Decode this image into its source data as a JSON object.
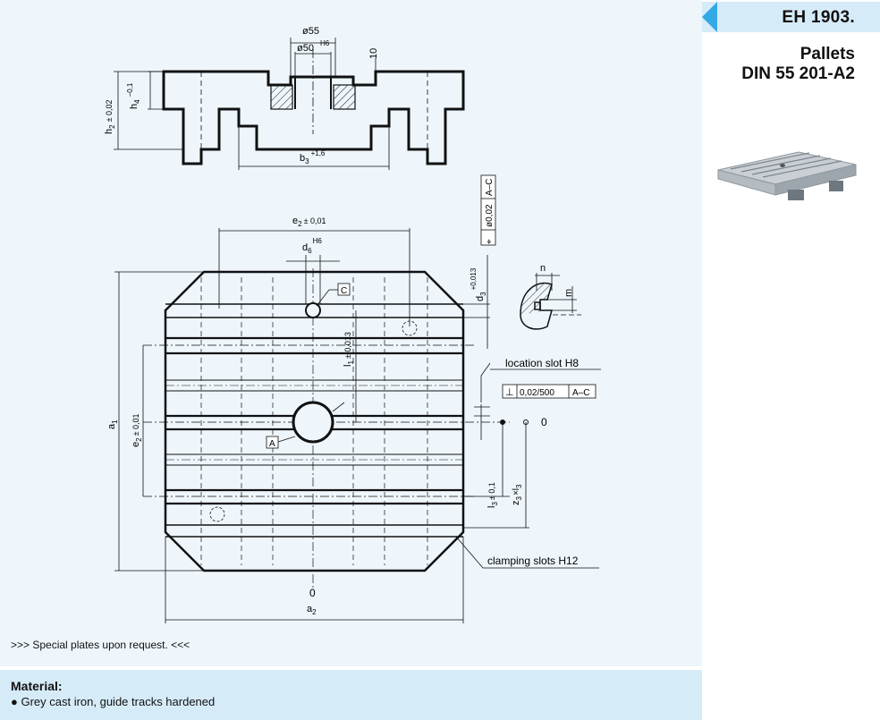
{
  "header": {
    "code": "EH 1903.",
    "title_line1": "Pallets",
    "title_line2": "DIN 55 201-A2"
  },
  "drawing": {
    "d55": "ø55",
    "d50": "ø50",
    "d50_tol": "H6",
    "dim_10": "10",
    "h4": "h",
    "h4_sub": "4",
    "h4_tol": "−0,1",
    "h2": "h",
    "h2_sub": "2",
    "h2_tol": "± 0,02",
    "b3": "b",
    "b3_sub": "3",
    "b3_tol": "+1,6",
    "e2_top": "e",
    "e2_top_sub": "2",
    "e2_top_tol": "± 0,01",
    "d6": "d",
    "d6_sub": "6",
    "d6_tol": "H6",
    "d3": "d",
    "d3_sub": "3",
    "d3_tol": "+0,013",
    "fc1_sym": "⌖",
    "fc1_val": "ø0,02",
    "fc1_ref": "A–C",
    "n": "n",
    "m": "m",
    "ref_c": "C",
    "ref_a": "A",
    "l1": "l",
    "l1_sub": "1",
    "l1_tol": "± 0,013",
    "location_slot": "location slot  H8",
    "fc2_sym": "⊥",
    "fc2_val": "0,02/500",
    "fc2_ref": "A–C",
    "zero_right": "0",
    "a1": "a",
    "a1_sub": "1",
    "e2_left": "e",
    "e2_left_sub": "2",
    "e2_left_tol": "± 0,01",
    "l3": "l",
    "l3_sub": "3",
    "l3_tol": "± 0,1",
    "z3": "z",
    "z3_sub": "3",
    "z3_mid": "×l",
    "z3_sub2": "3",
    "clamping_slots": "clamping slots  H12",
    "zero_bottom": "0",
    "a2": "a",
    "a2_sub": "2"
  },
  "note": ">>> Special plates upon request. <<<",
  "material": {
    "title": "Material:",
    "item": "● Grey cast iron, guide tracks hardened"
  }
}
